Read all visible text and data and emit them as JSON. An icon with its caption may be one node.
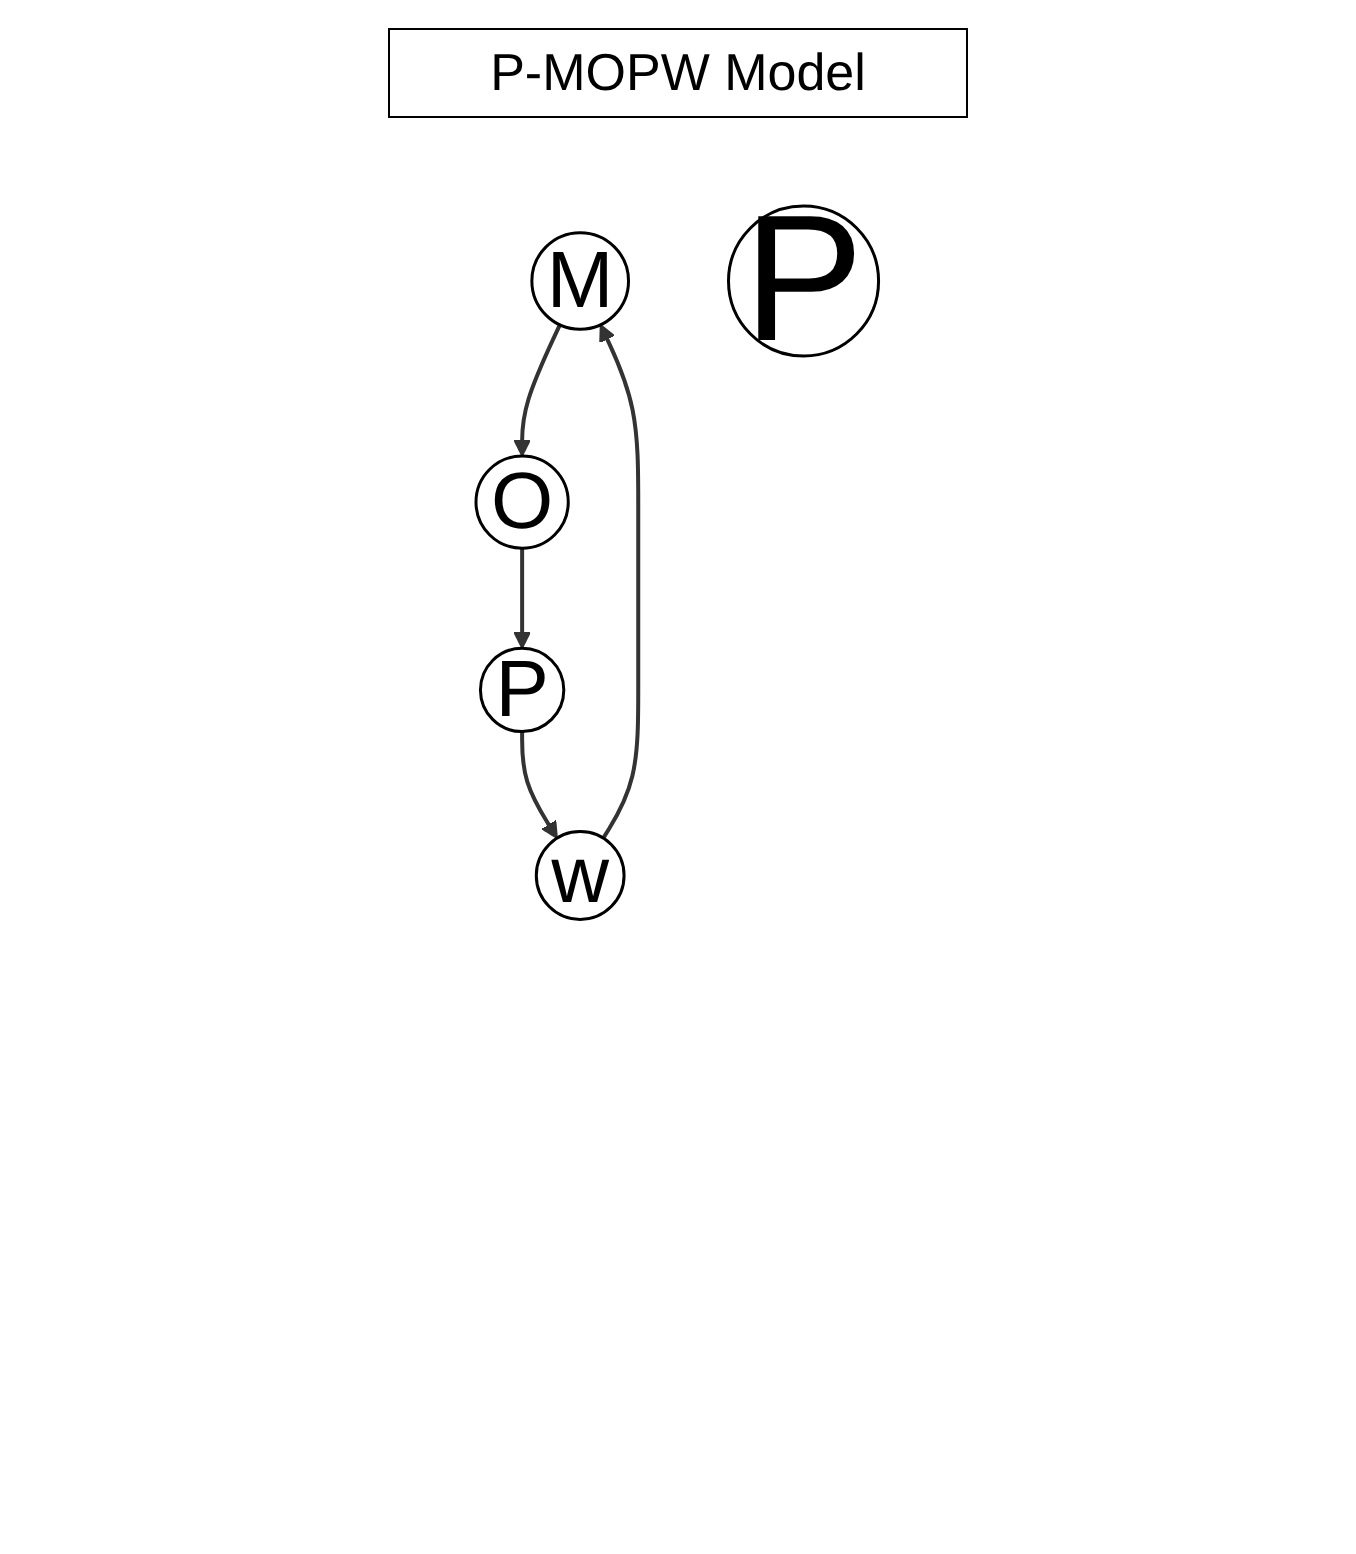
{
  "diagram": {
    "title": "P-MOPW Model",
    "nodes": [
      {
        "text": [
          "M"
        ]
      },
      {
        "text": [
          "w"
        ]
      },
      {
        "text": [
          "P"
        ]
      },
      {
        "text": [
          "O"
        ]
      },
      {
        "text": [
          "P"
        ]
      }
    ],
    "edges": [
      {
        "from": 0,
        "to": 3,
        "arrow": "to"
      },
      {
        "from": 3,
        "to": 4,
        "arrow": "to"
      },
      {
        "from": 4,
        "to": 1,
        "arrow": "to"
      },
      {
        "from": 1,
        "to": 0,
        "arrow": "to"
      }
    ]
  }
}
